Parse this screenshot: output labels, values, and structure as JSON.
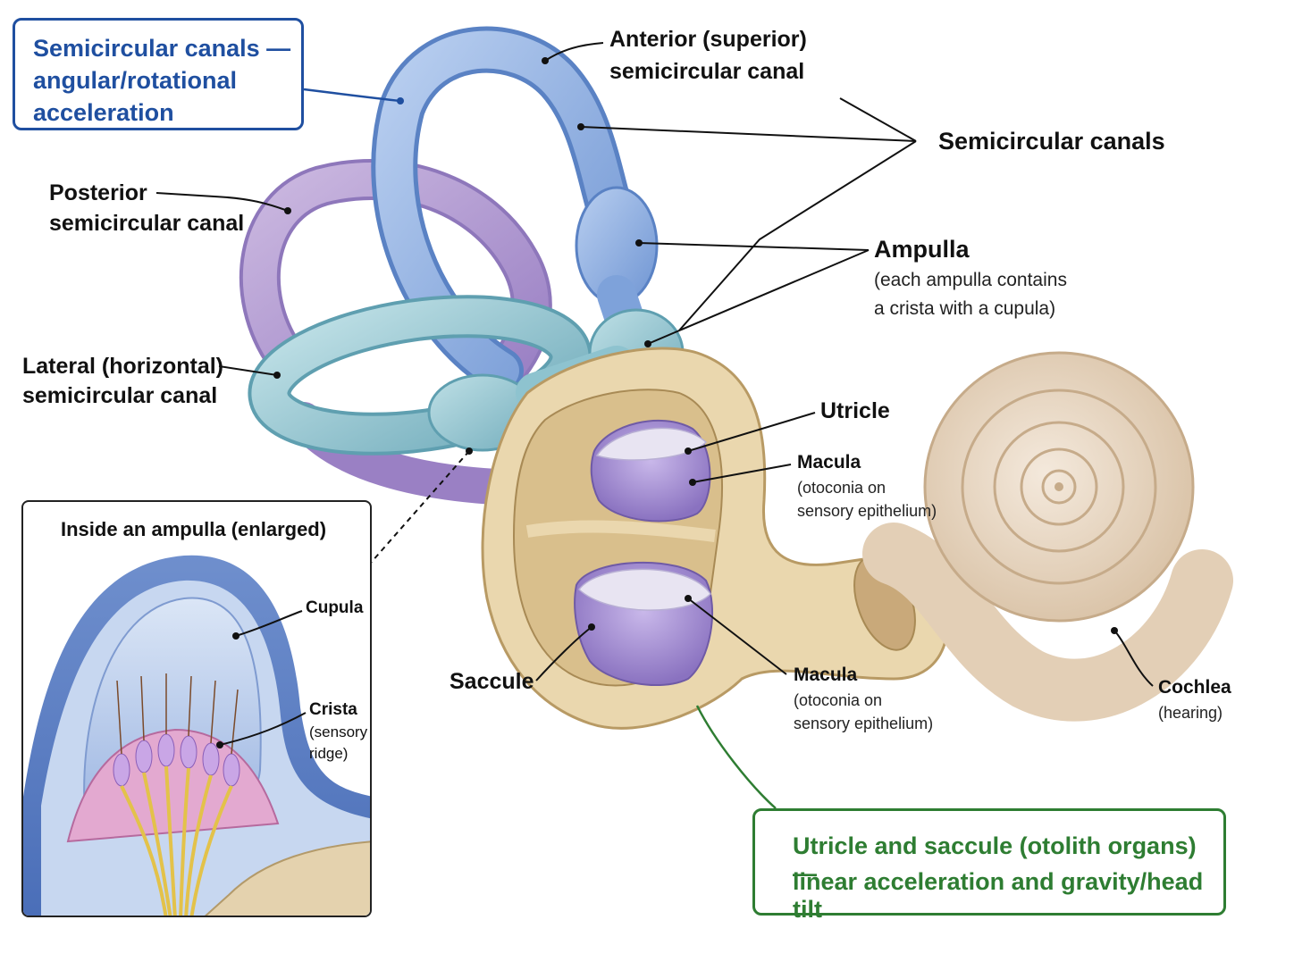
{
  "callouts": {
    "semicircular_box": [
      "Semicircular canals —",
      "angular/rotational",
      "acceleration"
    ],
    "otolith_box": [
      "Utricle and saccule (otolith organs) —",
      "linear acceleration and gravity/head tilt"
    ]
  },
  "labels": {
    "anterior": [
      "Anterior (superior)",
      "semicircular canal"
    ],
    "semicircular_canals": "Semicircular canals",
    "posterior": [
      "Posterior",
      "semicircular canal"
    ],
    "ampulla": "Ampulla",
    "ampulla_note": [
      "(each ampulla contains",
      "a crista with a cupula)"
    ],
    "lateral": [
      "Lateral (horizontal)",
      "semicircular canal"
    ],
    "utricle": "Utricle",
    "macula_utricle": "Macula",
    "macula_utricle_note": [
      "(otoconia on",
      "sensory epithelium)"
    ],
    "saccule": "Saccule",
    "macula_saccule": "Macula",
    "macula_saccule_note": [
      "(otoconia on",
      "sensory epithelium)"
    ],
    "cochlea": "Cochlea",
    "cochlea_note": "(hearing)"
  },
  "inset": {
    "title": "Inside an ampulla (enlarged)",
    "cupula": "Cupula",
    "crista": "Crista",
    "crista_note": [
      "(sensory",
      "ridge)"
    ]
  },
  "colors": {
    "blue_accent": "#1f4fa0",
    "green_accent": "#2e7d32",
    "anterior_canal": "#8fb0e0",
    "posterior_canal": "#b7a0d2",
    "lateral_canal": "#8ec3cf",
    "bone": "#ead7ae",
    "cochlea": "#e8d6c0",
    "macula": "#9a86cc"
  }
}
